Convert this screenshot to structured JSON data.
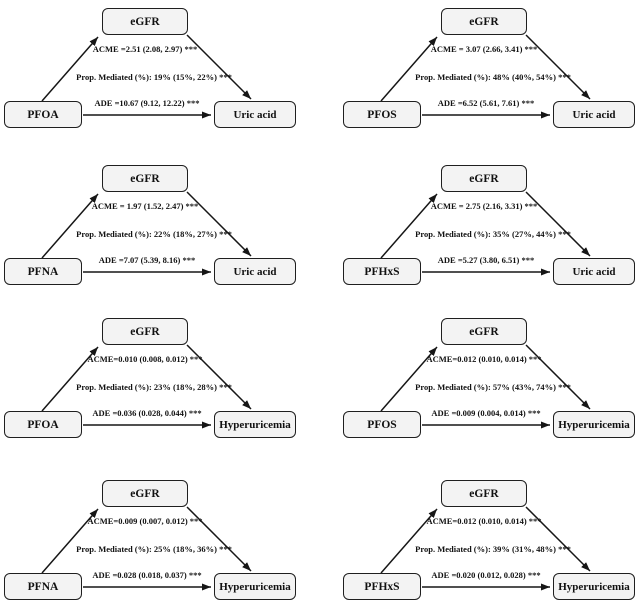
{
  "figure": {
    "mediator": "eGFR",
    "colors": {
      "background": "#ffffff",
      "box_fill": "#f3f3f3",
      "box_border": "#1f1f1f",
      "arrow": "#161616",
      "text": "#111111"
    },
    "panels": [
      {
        "exposure": "PFOA",
        "outcome": "Uric acid",
        "acme": "ACME =2.51 (2.08, 2.97) ***",
        "prop": "Prop. Mediated (%): 19% (15%, 22%) ***",
        "ade": "ADE =10.67 (9.12, 12.22) ***"
      },
      {
        "exposure": "PFOS",
        "outcome": "Uric acid",
        "acme": "ACME = 3.07 (2.66, 3.41) ***",
        "prop": "Prop. Mediated (%): 48% (40%, 54%) ***",
        "ade": "ADE =6.52 (5.61, 7.61) ***"
      },
      {
        "exposure": "PFNA",
        "outcome": "Uric acid",
        "acme": "ACME = 1.97 (1.52, 2.47) ***",
        "prop": "Prop. Mediated (%): 22% (18%, 27%) ***",
        "ade": "ADE =7.07 (5.39, 8.16) ***"
      },
      {
        "exposure": "PFHxS",
        "outcome": "Uric acid",
        "acme": "ACME = 2.75 (2.16, 3.31) ***",
        "prop": "Prop. Mediated (%): 35% (27%, 44%) ***",
        "ade": "ADE =5.27 (3.80, 6.51) ***"
      },
      {
        "exposure": "PFOA",
        "outcome": "Hyperuricemia",
        "acme": "ACME=0.010 (0.008, 0.012) ***",
        "prop": "Prop. Mediated (%): 23% (18%, 28%) ***",
        "ade": "ADE =0.036 (0.028, 0.044) ***"
      },
      {
        "exposure": "PFOS",
        "outcome": "Hyperuricemia",
        "acme": "ACME=0.012 (0.010, 0.014) ***",
        "prop": "Prop. Mediated (%): 57% (43%, 74%) ***",
        "ade": "ADE =0.009 (0.004, 0.014) ***"
      },
      {
        "exposure": "PFNA",
        "outcome": "Hyperuricemia",
        "acme": "ACME=0.009 (0.007, 0.012) ***",
        "prop": "Prop. Mediated (%): 25% (18%, 36%) ***",
        "ade": "ADE =0.028 (0.018, 0.037) ***"
      },
      {
        "exposure": "PFHxS",
        "outcome": "Hyperuricemia",
        "acme": "ACME=0.012 (0.010, 0.014) ***",
        "prop": "Prop. Mediated (%): 39% (31%, 48%) ***",
        "ade": "ADE =0.020 (0.012, 0.028) ***"
      }
    ]
  }
}
